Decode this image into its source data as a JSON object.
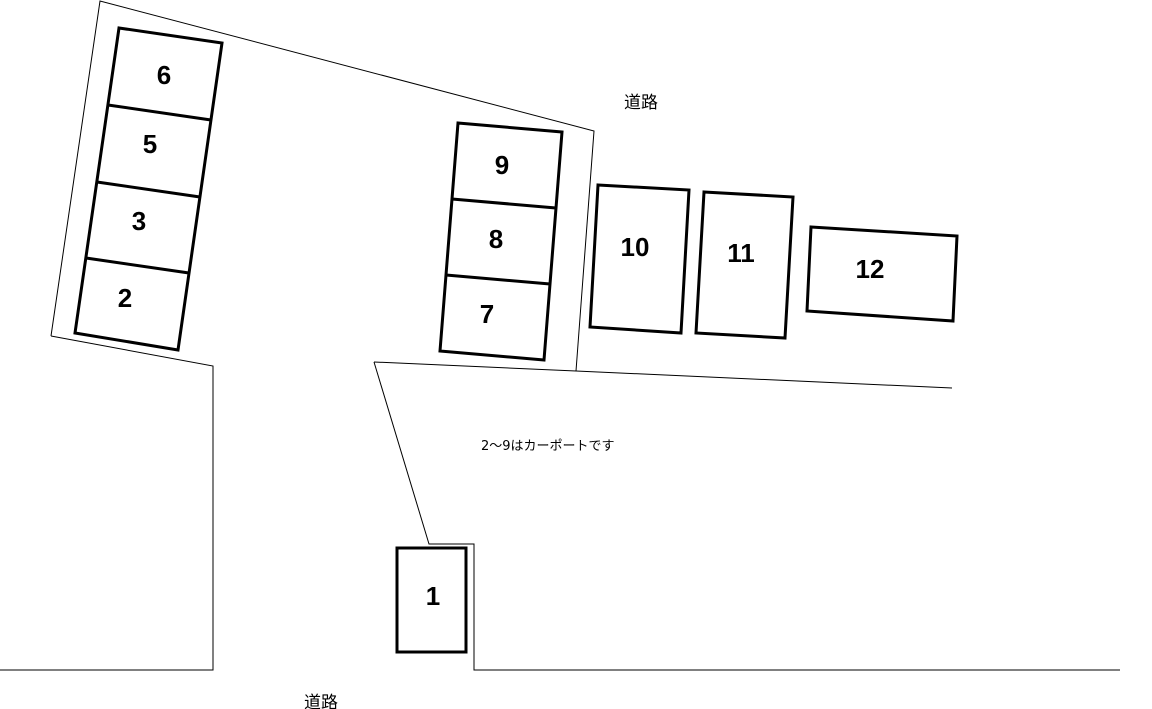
{
  "diagram": {
    "type": "parking-lot-layout",
    "labels": {
      "road_top": "道路",
      "road_bottom": "道路",
      "note": "2〜9はカーポートです"
    },
    "stalls": [
      {
        "id": "1",
        "label": "1",
        "carport": false
      },
      {
        "id": "2",
        "label": "2",
        "carport": true
      },
      {
        "id": "3",
        "label": "3",
        "carport": true
      },
      {
        "id": "5",
        "label": "5",
        "carport": true
      },
      {
        "id": "6",
        "label": "6",
        "carport": true
      },
      {
        "id": "7",
        "label": "7",
        "carport": true
      },
      {
        "id": "8",
        "label": "8",
        "carport": true
      },
      {
        "id": "9",
        "label": "9",
        "carport": true
      },
      {
        "id": "10",
        "label": "10",
        "carport": false
      },
      {
        "id": "11",
        "label": "11",
        "carport": false
      },
      {
        "id": "12",
        "label": "12",
        "carport": false
      }
    ],
    "colors": {
      "line": "#000000",
      "background": "#ffffff"
    }
  }
}
